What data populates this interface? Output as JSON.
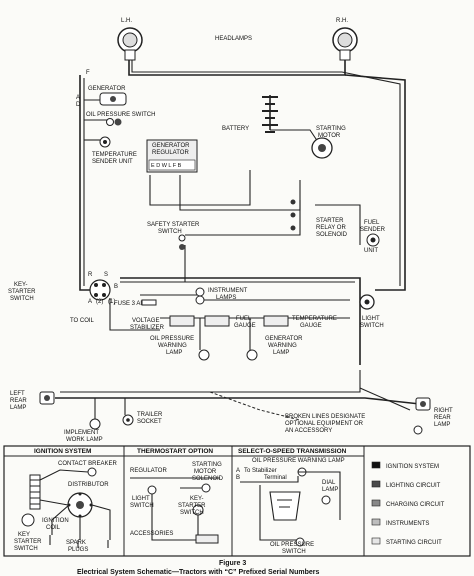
{
  "labels": {
    "lh": "L.H.",
    "rh": "R.H.",
    "headlamps": "HEADLAMPS",
    "f": "F",
    "generator": "GENERATOR",
    "a": "A",
    "d": "D",
    "oil_pressure_switch": "OIL PRESSURE SWITCH",
    "temp_sender_1": "TEMPERATURE",
    "temp_sender_2": "SENDER UNIT",
    "gen_regulator_1": "GENERATOR",
    "gen_regulator_2": "REGULATOR",
    "regulator_terms": "E D W L F B",
    "battery": "BATTERY",
    "starting_motor_1": "STARTING",
    "starting_motor_2": "MOTOR",
    "safety_starter_1": "SAFETY STARTER",
    "safety_starter_2": "SWITCH",
    "starter_relay_1": "STARTER",
    "starter_relay_2": "RELAY OR",
    "starter_relay_3": "SOLENOID",
    "fuel_sender_1": "FUEL",
    "fuel_sender_2": "SENDER",
    "fuel_sender_3": "UNIT",
    "key_starter_1": "KEY-",
    "key_starter_2": "STARTER",
    "key_starter_3": "SWITCH",
    "sw_r": "R",
    "sw_s": "S",
    "sw_b": "B",
    "sw_a": "A",
    "sw_2": "(2)",
    "sw_1": "(1)",
    "instrument_lamps_1": "INSTRUMENT",
    "instrument_lamps_2": "LAMPS",
    "fuse_3amp": "FUSE 3 AMP",
    "to_coil": "TO COIL",
    "voltage_stab_1": "VOLTAGE",
    "voltage_stab_2": "STABILIZER",
    "fuel_gauge_1": "FUEL",
    "fuel_gauge_2": "GAUGE",
    "temp_gauge_1": "TEMPERATURE",
    "temp_gauge_2": "GAUGE",
    "light_switch_1": "LIGHT",
    "light_switch_2": "SWITCH",
    "oil_warn_1": "OIL PRESSURE",
    "oil_warn_2": "WARNING",
    "oil_warn_3": "LAMP",
    "gen_warn_1": "GENERATOR",
    "gen_warn_2": "WARNING",
    "gen_warn_3": "LAMP",
    "left_rear_1": "LEFT",
    "left_rear_2": "REAR",
    "left_rear_3": "LAMP",
    "implement_1": "IMPLEMENT",
    "implement_2": "WORK LAMP",
    "trailer_1": "TRAILER",
    "trailer_2": "SOCKET",
    "broken_1": "BROKEN LINES DESIGNATE",
    "broken_2": "OPTIONAL EQUIPMENT OR",
    "broken_3": "AN ACCESSORY",
    "right_rear_1": "RIGHT",
    "right_rear_2": "REAR",
    "right_rear_3": "LAMP"
  },
  "panels": {
    "ignition": {
      "title": "IGNITION SYSTEM",
      "contact_breaker": "CONTACT BREAKER",
      "distributor": "DISTRIBUTOR",
      "ignition_coil_1": "IGNITION",
      "ignition_coil_2": "COIL",
      "key_starter_1": "KEY",
      "key_starter_2": "STARTER",
      "key_starter_3": "SWITCH",
      "spark_1": "SPARK",
      "spark_2": "PLUGS"
    },
    "thermostart": {
      "title": "THERMOSTART OPTION",
      "regulator": "REGULATOR",
      "starting_motor_1": "STARTING",
      "starting_motor_2": "MOTOR",
      "starting_motor_3": "SOLENOID",
      "light_switch_1": "LIGHT",
      "light_switch_2": "SWITCH",
      "key_starter_1": "KEY-",
      "key_starter_2": "STARTER",
      "key_starter_3": "SWITCH",
      "accessories": "ACCESSORIES"
    },
    "selecto": {
      "title": "SELECT-O-SPEED TRANSMISSION",
      "oil_pressure_warn": "OIL PRESSURE WARNING LAMP",
      "to_stabilizer_1": "To Stabilizer",
      "to_stabilizer_2": "Terminal",
      "term_a": "A",
      "term_b": "B",
      "dial_lamp_1": "DIAL",
      "dial_lamp_2": "LAMP",
      "oil_switch_1": "OIL PRESSURE",
      "oil_switch_2": "SWITCH"
    }
  },
  "legend": [
    {
      "label": "IGNITION SYSTEM",
      "color": "#111111"
    },
    {
      "label": "LIGHTING CIRCUIT",
      "color": "#4a4a4a"
    },
    {
      "label": "CHARGING CIRCUIT",
      "color": "#888888"
    },
    {
      "label": "INSTRUMENTS",
      "color": "#bdbdbd"
    },
    {
      "label": "STARTING CIRCUIT",
      "color": "#e6e6e6"
    }
  ],
  "caption": {
    "figure": "Figure 3",
    "title": "Electrical System Schematic—Tractors with “C” Prefixed Serial Numbers"
  }
}
